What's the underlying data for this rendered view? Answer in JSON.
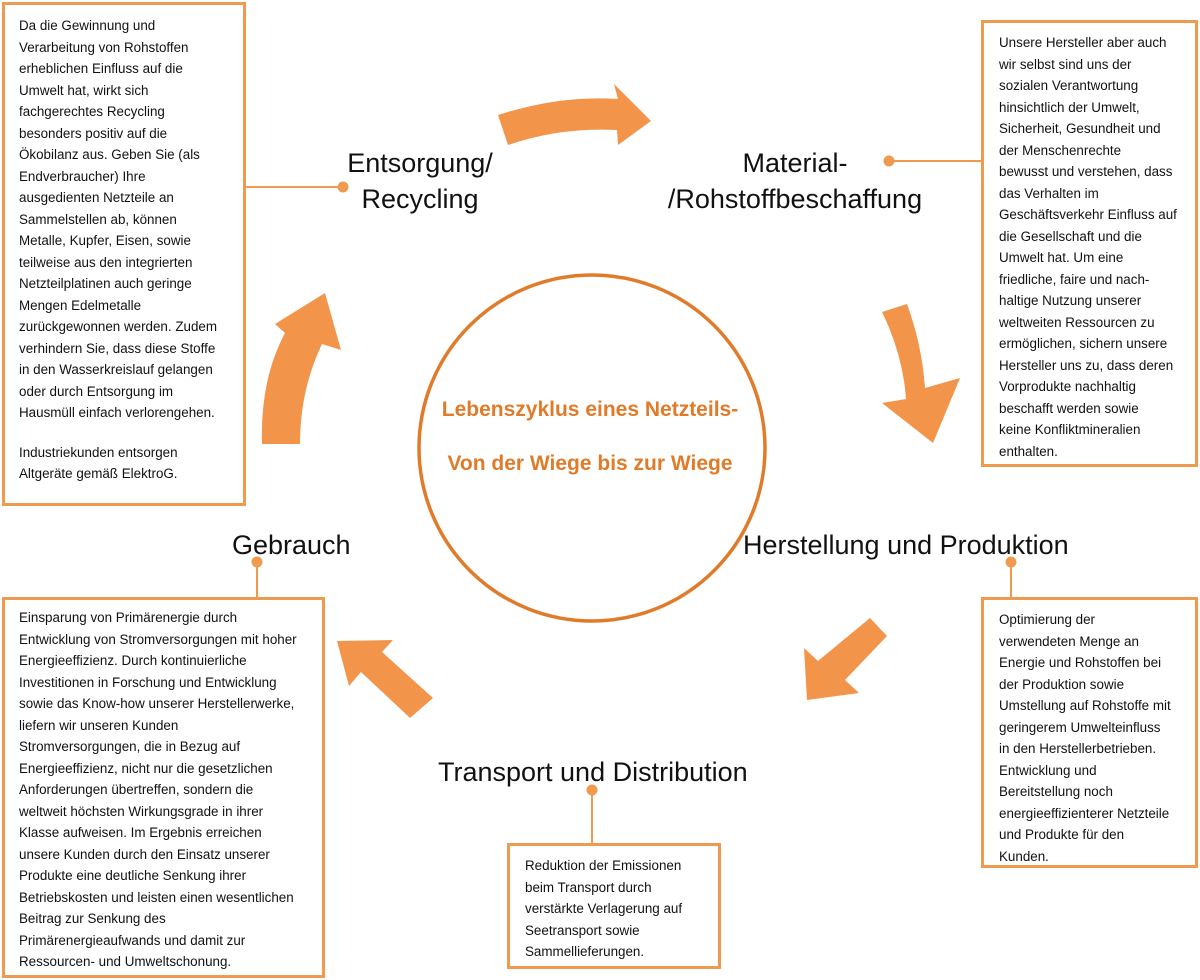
{
  "center": {
    "title_line1": "Lebenszyklus eines Netzteils-",
    "title_line2": "Von der Wiege bis zur Wiege"
  },
  "stages": {
    "recycling": "Entsorgung/\nRecycling",
    "material": "Material-\n/Rohstoffbeschaffung",
    "herstellung": "Herstellung und Produktion",
    "transport": "Transport und Distribution",
    "gebrauch": "Gebrauch"
  },
  "boxes": {
    "recycling_p1": "Da die Gewinnung und\nVerarbeitung von Rohstoffen\nerheblichen Einfluss auf die\nUmwelt hat, wirkt sich\nfachgerechtes Recycling\nbesonders positiv auf die\nÖkobilanz aus. Geben Sie (als\nEndverbraucher) Ihre\nausgedienten Netzteile an\nSammelstellen ab, können\nMetalle, Kupfer, Eisen, sowie\nteilweise aus den integrierten\nNetzteilplatinen auch geringe\nMengen Edelmetalle\nzurückgewonnen werden. Zudem\nverhindern Sie, dass diese Stoffe\nin den Wasserkreislauf gelangen\noder durch Entsorgung im\nHausmüll einfach verlorengehen.",
    "recycling_p2": "Industriekunden entsorgen\nAltgeräte gemäß ElektroG.",
    "material": "Unsere Hersteller aber auch\nwir selbst sind uns der\nsozialen Verantwortung\nhinsichtlich der Umwelt,\nSicherheit, Gesundheit und\nder Menschenrechte\nbewusst und verstehen, dass\ndas Verhalten im\nGeschäftsverkehr Einfluss auf\ndie Gesellschaft und die\nUmwelt hat. Um eine\nfriedliche, faire und nach-\nhaltige Nutzung unserer\nweltweiten Ressourcen zu\nermöglichen, sichern unsere\nHersteller uns zu, dass deren\nVorprodukte nachhaltig\nbeschafft werden sowie\nkeine Konfliktmineralien\nenthalten.",
    "herstellung": "Optimierung der\nverwendeten Menge an\nEnergie und Rohstoffen bei\nder Produktion sowie\nUmstellung auf Rohstoffe mit\ngeringerem Umwelteinfluss\nin den Herstellerbetrieben.\nEntwicklung und\nBereitstellung noch\nenergieeffizienterer Netzteile\nund Produkte für den\nKunden.",
    "transport": "Reduktion der Emissionen\nbeim Transport durch\nverstärkte Verlagerung auf\nSeetransport sowie\nSammellieferungen.",
    "gebrauch": "Einsparung von Primärenergie durch\nEntwicklung von Stromversorgungen mit hoher\nEnergieeffizienz. Durch kontinuierliche\nInvestitionen in Forschung und Entwicklung\nsowie das Know-how unserer Herstellerwerke,\nliefern wir unseren Kunden\nStromversorgungen, die in Bezug auf\nEnergieeffizienz, nicht nur die gesetzlichen\nAnforderungen übertreffen, sondern die\nweltweit höchsten Wirkungsgrade in ihrer\nKlasse aufweisen. Im Ergebnis erreichen\nunsere Kunden durch den Einsatz unserer\nProdukte eine deutliche Senkung ihrer\nBetriebskosten und leisten einen wesentlichen\nBeitrag zur Senkung des\nPrimärenergieaufwands und damit zur\nRessourcen- und Umweltschonung."
  },
  "colors": {
    "accent": "#ef9a4e",
    "circle": "#e07b2a",
    "title": "#e07b2a"
  },
  "icons": [
    "arrow-right-icon",
    "arrow-down-icon",
    "arrow-down-left-icon",
    "arrow-up-left-icon",
    "arrow-up-icon"
  ]
}
